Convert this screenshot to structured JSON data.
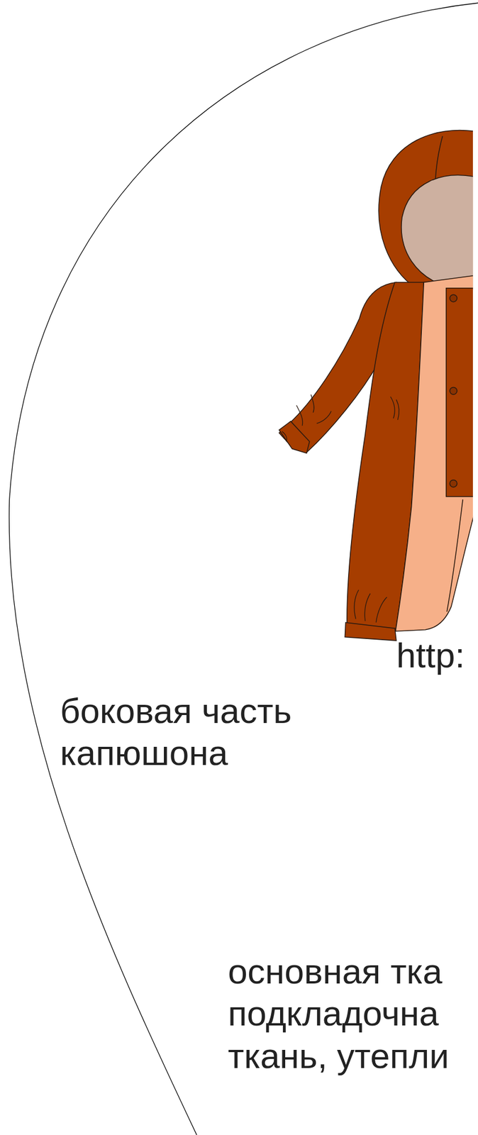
{
  "diagram": {
    "labels": [
      "http:",
      "боковая часть капюшона",
      "основная тка подкладочна ткань, утепли"
    ]
  }
}
